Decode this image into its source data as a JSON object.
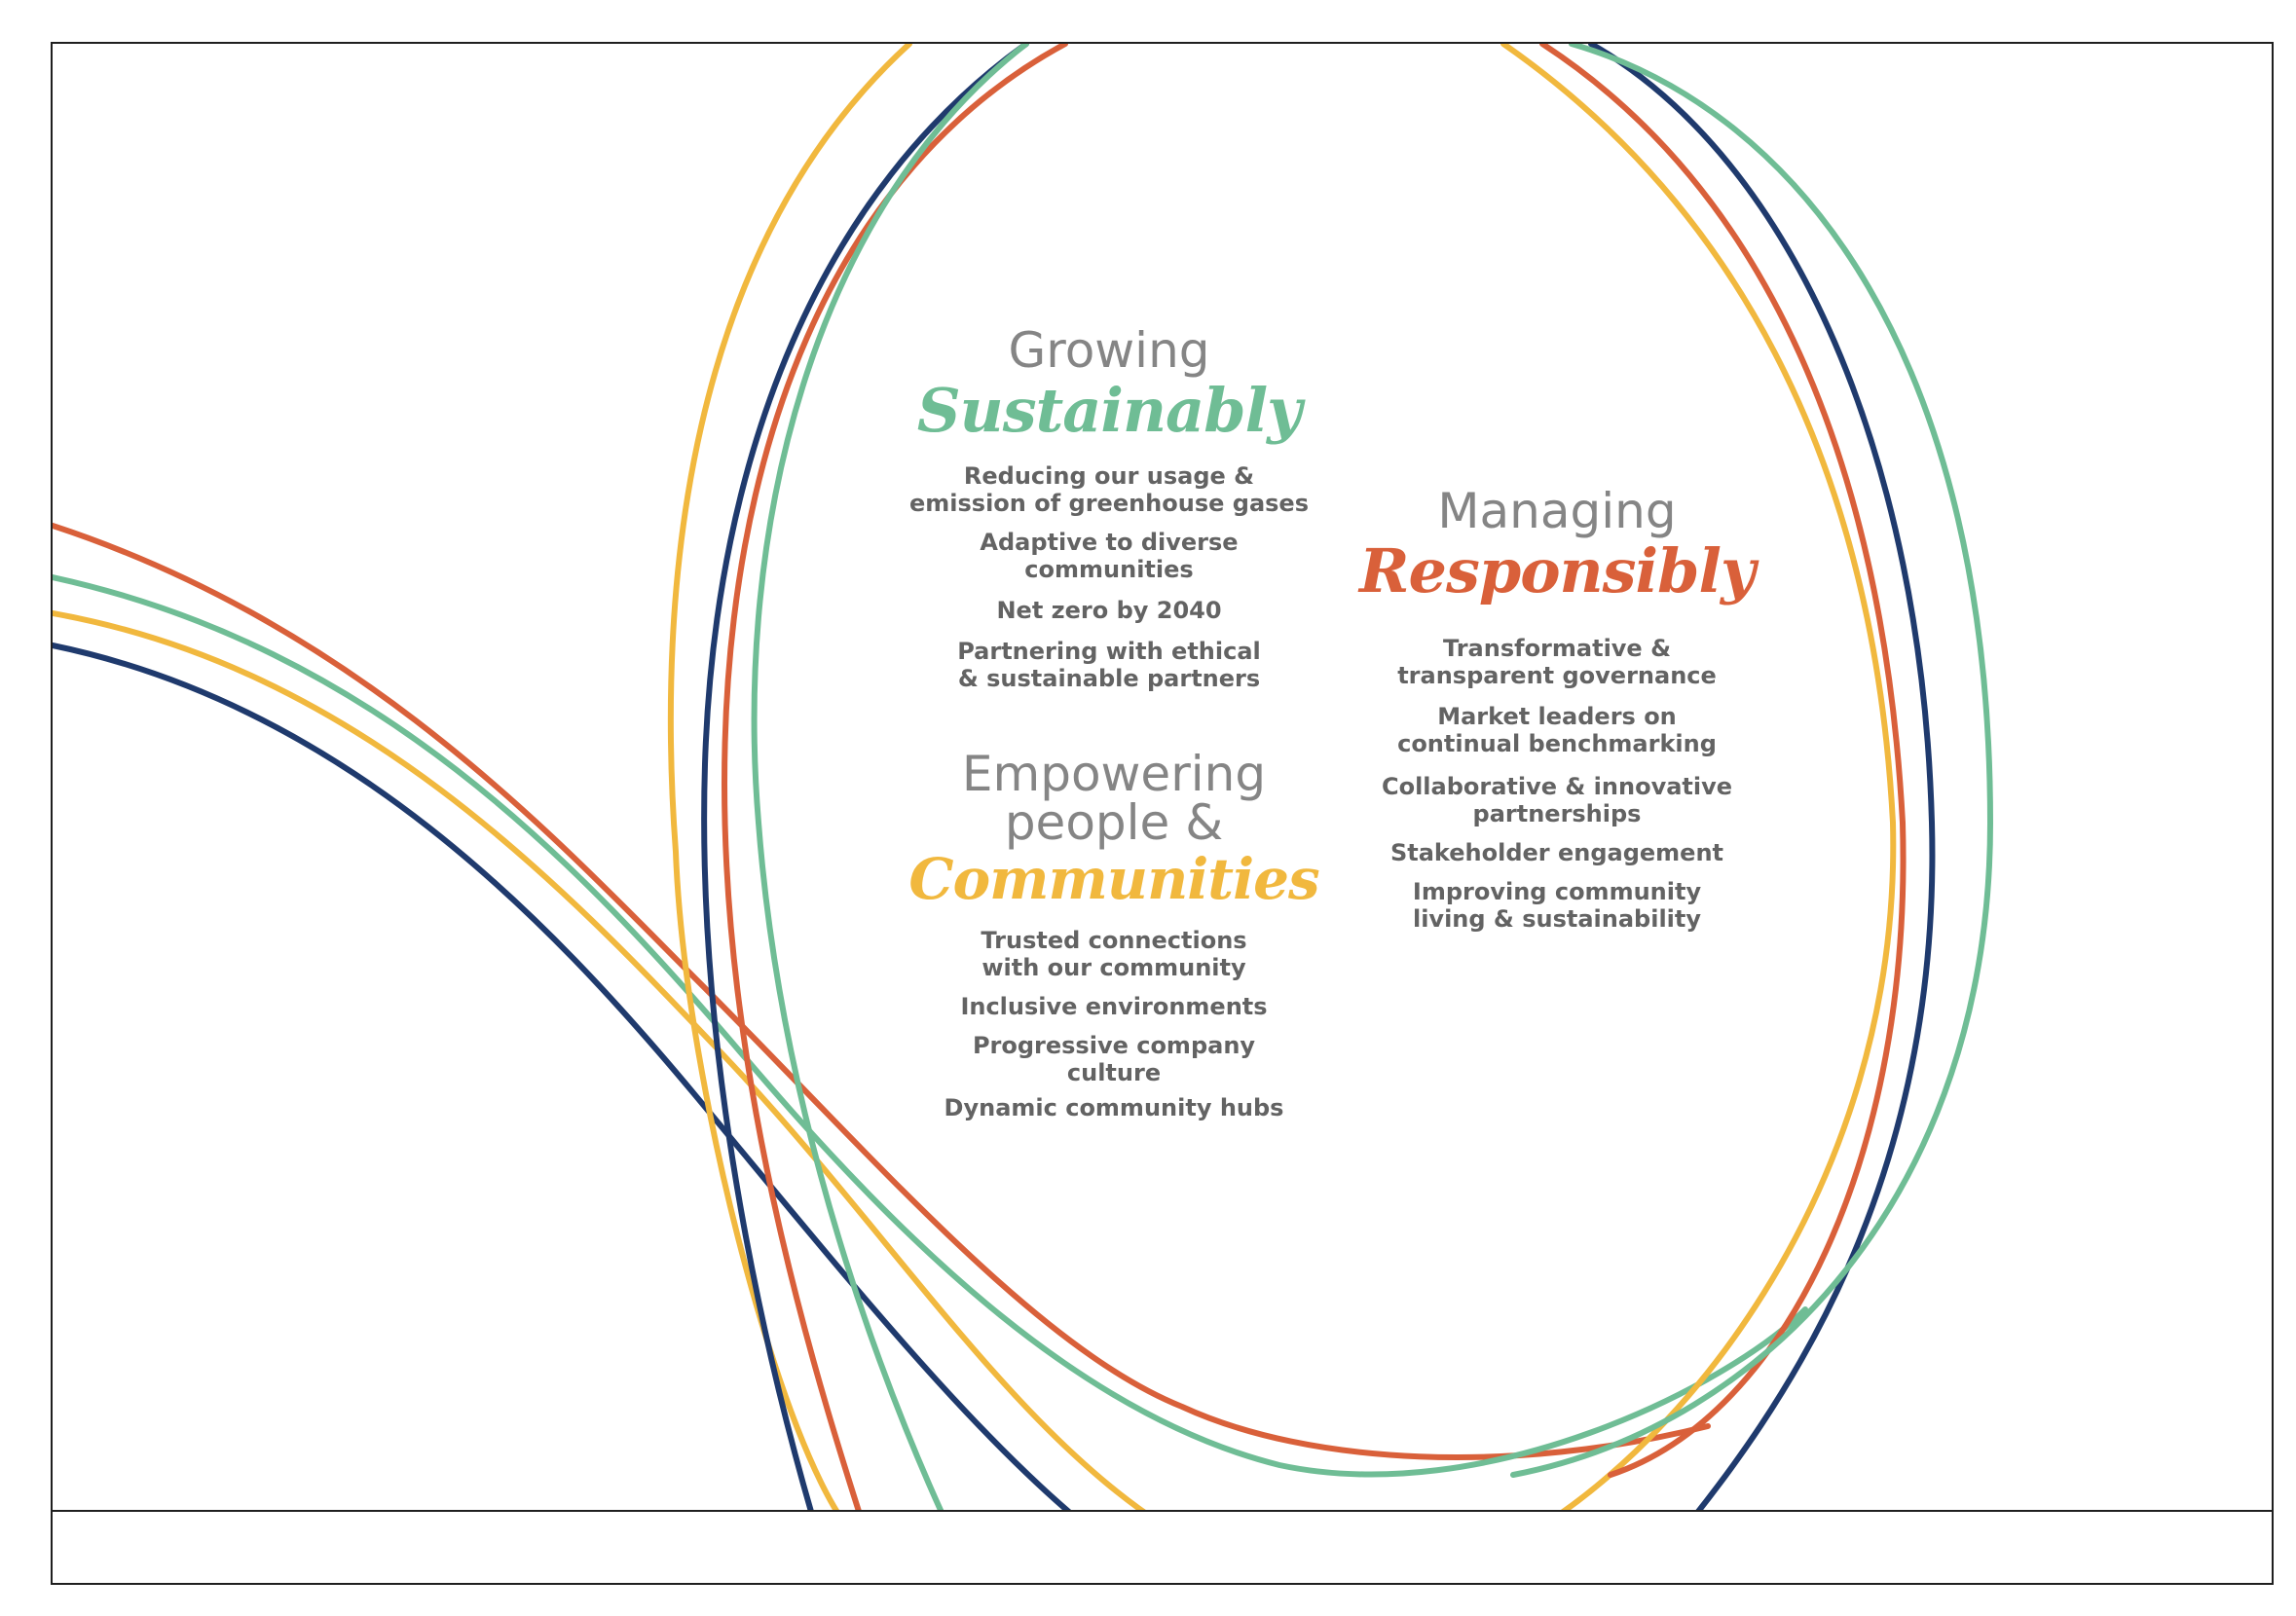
{
  "colors": {
    "green": "#6fbd95",
    "orange": "#d9603a",
    "yellow": "#f1b83e",
    "navy": "#1f3a6d",
    "grey_heading": "#858585",
    "grey_text": "#636363"
  },
  "sections": {
    "sustainably": {
      "lead": "Growing",
      "emphasis": "Sustainably",
      "accent": "#6fbd95",
      "items": [
        "Reducing our usage &\nemission of greenhouse gases",
        "Adaptive to diverse\ncommunities",
        "Net zero by 2040",
        "Partnering with ethical\n& sustainable partners"
      ]
    },
    "communities": {
      "lead_line1": "Empowering",
      "lead_line2": "people &",
      "emphasis": "Communities",
      "accent": "#f1b83e",
      "items": [
        "Trusted connections\nwith our community",
        "Inclusive environments",
        "Progressive company\nculture",
        "Dynamic community hubs"
      ]
    },
    "responsibly": {
      "lead": "Managing",
      "emphasis": "Responsibly",
      "accent": "#d9603a",
      "items": [
        "Transformative &\ntransparent governance",
        "Market leaders on\ncontinual benchmarking",
        "Collaborative & innovative\npartnerships",
        "Stakeholder engagement",
        "Improving community\nliving & sustainability"
      ]
    }
  }
}
